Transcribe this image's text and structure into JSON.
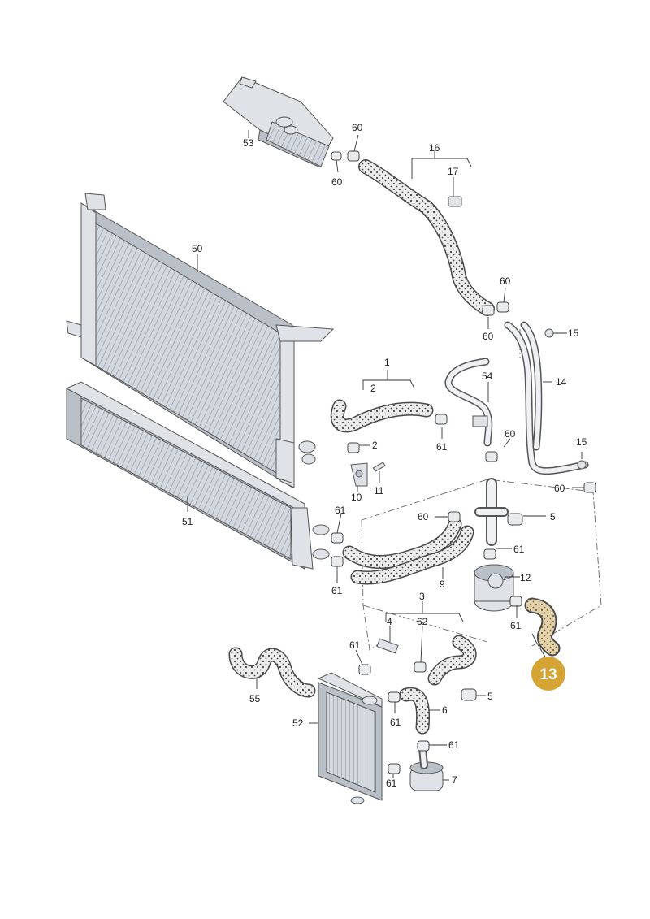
{
  "highlight": {
    "color": "#d6a434",
    "text_color": "#ffffff"
  },
  "labels": {
    "l1": "1",
    "l2a": "2",
    "l2b": "2",
    "l3": "3",
    "l4": "4",
    "l5a": "5",
    "l5b": "5",
    "l6": "6",
    "l7": "7",
    "l9": "9",
    "l10": "10",
    "l11": "11",
    "l12": "12",
    "l13": "13",
    "l14": "14",
    "l15a": "15",
    "l15b": "15",
    "l16": "16",
    "l17": "17",
    "l50": "50",
    "l51": "51",
    "l52": "52",
    "l53": "53",
    "l54": "54",
    "l55": "55",
    "l60a": "60",
    "l60b": "60",
    "l60c": "60",
    "l60d": "60",
    "l60e": "60",
    "l60f": "60",
    "l60g": "60",
    "l61a": "61",
    "l61b": "61",
    "l61c": "61",
    "l61d": "61",
    "l61e": "61",
    "l61f": "61",
    "l61g": "61",
    "l61h": "61",
    "l61i": "61",
    "l62": "62"
  }
}
